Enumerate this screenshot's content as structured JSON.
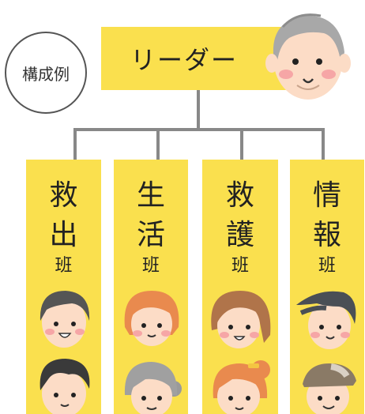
{
  "badge": {
    "label": "構成例"
  },
  "leader": {
    "label": "リーダー"
  },
  "teams": [
    {
      "c1": "救",
      "c2": "出",
      "c3": "班"
    },
    {
      "c1": "生",
      "c2": "活",
      "c3": "班"
    },
    {
      "c1": "救",
      "c2": "護",
      "c3": "班"
    },
    {
      "c1": "情",
      "c2": "報",
      "c3": "班"
    }
  ],
  "colors": {
    "panel": "#FAE04E",
    "connector": "#888888",
    "skin": "#FCDCC6",
    "cheek": "#F6A6A6"
  },
  "icons": [
    "leader-elderly-man-icon",
    "rescue-member-man-icon",
    "rescue-member-man-curly-icon",
    "living-member-woman-icon",
    "living-member-elderly-woman-icon",
    "aid-member-woman-icon",
    "aid-member-woman-bun-icon",
    "info-member-man-icon",
    "info-member-man-cap-icon"
  ]
}
